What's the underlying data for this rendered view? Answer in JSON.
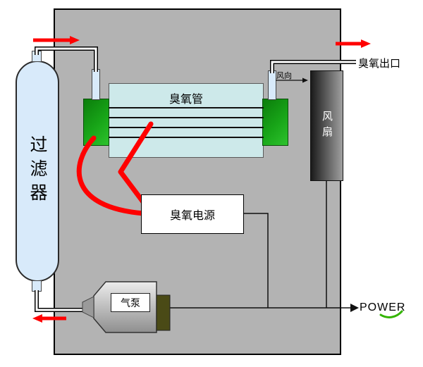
{
  "labels": {
    "filter": "过滤器",
    "ozone_tube": "臭氧管",
    "ozone_power": "臭氧电源",
    "fan": "风扇",
    "wind_direction": "风向",
    "ozone_outlet": "臭氧出口",
    "air_pump": "气泵",
    "power": "POWER"
  },
  "colors": {
    "enclosure": "#b3b3b3",
    "filter_fill": "#d8eafa",
    "tube_fill": "#cde9ea",
    "electrode_green": "#18a518",
    "fan_dark": "#1a1a1a",
    "cable_red": "#ff0000",
    "pump_block": "#4a4a16",
    "swoosh_green": "#33b400"
  }
}
